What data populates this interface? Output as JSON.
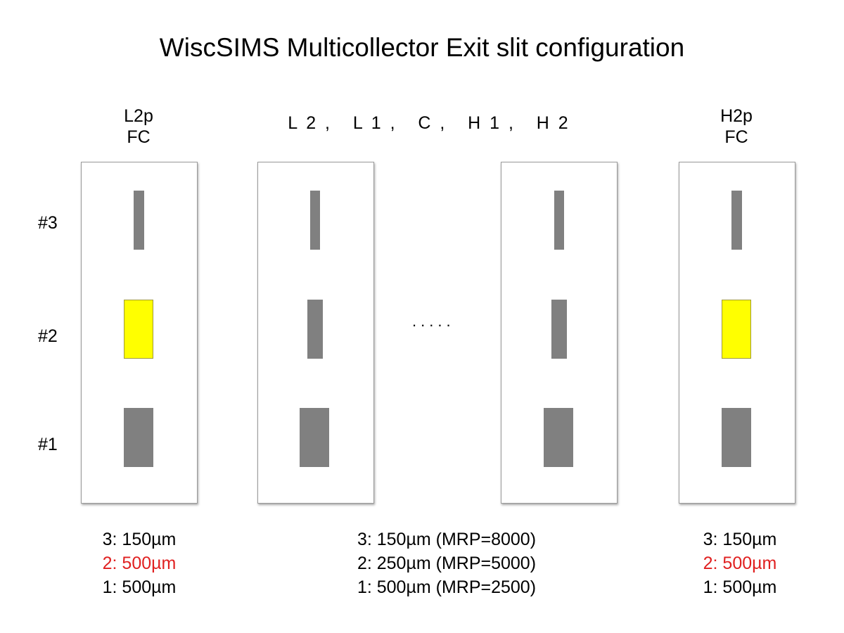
{
  "title": "WiscSIMS Multicollector Exit slit configuration",
  "colors": {
    "slit": "#808080",
    "selected_slit": "#ffff00",
    "highlight_text": "#e02020",
    "box_border": "#9a9a9a"
  },
  "row_labels": [
    "#3",
    "#2",
    "#1"
  ],
  "detectors": {
    "left": {
      "line1": "L2p",
      "line2": "FC"
    },
    "middle": {
      "label": "L 2 ,   L 1 ,   C ,   H 1 ,   H 2"
    },
    "right": {
      "line1": "H2p",
      "line2": "FC"
    }
  },
  "ellipsis": ".....",
  "specs": {
    "left": [
      "3: 150µm",
      "2: 500µm",
      "1: 500µm"
    ],
    "middle": [
      "3: 150µm (MRP=8000)",
      "2: 250µm (MRP=5000)",
      "1: 500µm (MRP=2500)"
    ],
    "right": [
      "3: 150µm",
      "2: 500µm",
      "1: 500µm"
    ]
  },
  "selected_slit": {
    "left": "#2",
    "right": "#2"
  }
}
